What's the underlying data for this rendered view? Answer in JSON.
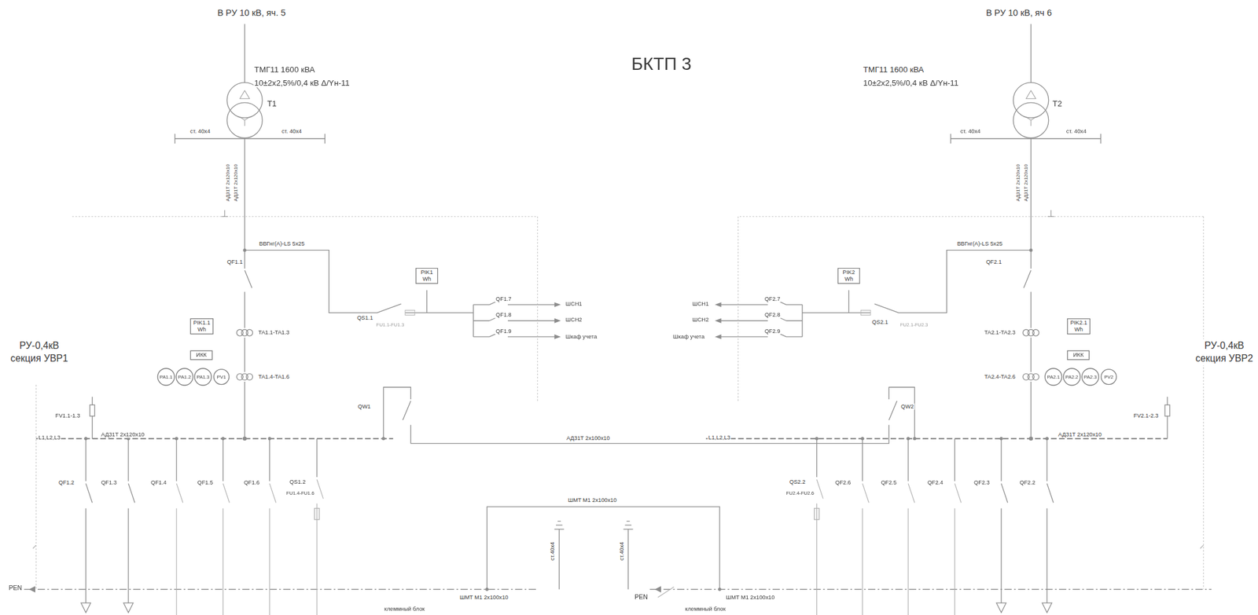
{
  "diagram": {
    "title": "БКТП 3",
    "nodes": [
      {
        "text": [
          "PIK1.1",
          "Wh"
        ]
      },
      {
        "text": [
          "ИКК"
        ]
      },
      {
        "text": [
          "PA1.1"
        ]
      },
      {
        "text": [
          "PA1.2"
        ]
      },
      {
        "text": [
          "PA1.3"
        ]
      },
      {
        "text": [
          "PV1"
        ]
      },
      {
        "text": [
          "PIK1",
          "Wh"
        ]
      },
      {
        "text": [
          "PIK2",
          "Wh"
        ]
      },
      {
        "text": [
          "PIK2.1",
          "Wh"
        ]
      },
      {
        "text": [
          "ИКК"
        ]
      },
      {
        "text": [
          "PA2.1"
        ]
      },
      {
        "text": [
          "PA2.2"
        ]
      },
      {
        "text": [
          "PA2.3"
        ]
      },
      {
        "text": [
          "PV2"
        ]
      }
    ],
    "labels": [
      "В РУ 10 кВ, яч. 5",
      "ТМГ11 1600 кВА",
      "10±2х2,5%/0,4 кВ Δ/Yн-11",
      "T1",
      "ст. 40х4",
      "ст. 40х4",
      "АД31Т 2х120х10",
      "АД31Т 2х120х10",
      "ВВГнг(А)-LS 5х25",
      "QF1.1",
      "QS1.1",
      "FU1.1-FU1.3",
      "QF1.7",
      "QF1.8",
      "QF1.9",
      "ШСН1",
      "ШСН2",
      "Шкаф учета",
      "TA1.1-TA1.3",
      "TA1.4-TA1.6",
      "РУ-0,4кВ секция УВР1",
      "FV1.1-1.3",
      "L1,L2,L3",
      "АД31Т 2х120х10",
      "QW1",
      "АД31Т 2х100х10",
      "QF1.2",
      "QF1.3",
      "QF1.4",
      "QF1.5",
      "QF1.6",
      "QS1.2",
      "FU1.4-FU1.6",
      "ШМТ М1 2х100х10",
      "ст.40х4",
      "ст.40х4",
      "PEN",
      "ШМТ М1 2х100х10",
      "клеммный блок",
      "PEN",
      "ШМТ М1 2х100х10",
      "клеммный блок",
      "В РУ 10 кВ, яч 6",
      "ТМГ11 1600 кВА",
      "10±2х2,5%/0,4 кВ Δ/Yн-11",
      "T2",
      "ст. 40х4",
      "ст. 40х4",
      "АД31Т 2х120х10",
      "АД31Т 2х120х10",
      "ВВГнг(А)-LS 5х25",
      "QF2.1",
      "QS2.1",
      "FU2.1-FU2.3",
      "QF2.7",
      "QF2.8",
      "QF2.9",
      "ШСН1",
      "ШСН2",
      "Шкаф учета",
      "TA2.1-TA2.3",
      "TA2.4-TA2.6",
      "РУ-0,4кВ секция УВР2",
      "FV2.1-2.3",
      "L1,L2,L3",
      "АД31Т 2х120х10",
      "QW2",
      "QS2.2",
      "FU2.4-FU2.6",
      "QF2.6",
      "QF2.5",
      "QF2.4",
      "QF2.3",
      "QF2.2"
    ]
  }
}
